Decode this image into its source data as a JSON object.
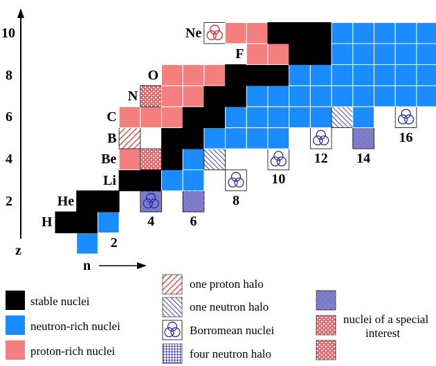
{
  "axes": {
    "z_label": "z",
    "n_label": "n",
    "z_ticks": [
      {
        "value": 10,
        "label": "10"
      },
      {
        "value": 8,
        "label": "8"
      },
      {
        "value": 6,
        "label": "6"
      },
      {
        "value": 4,
        "label": "4"
      },
      {
        "value": 2,
        "label": "2"
      }
    ],
    "n_ticks": [
      {
        "value": 2,
        "label": "2"
      },
      {
        "value": 4,
        "label": "4"
      },
      {
        "value": 6,
        "label": "6"
      },
      {
        "value": 8,
        "label": "8"
      },
      {
        "value": 10,
        "label": "10"
      },
      {
        "value": 12,
        "label": "12"
      },
      {
        "value": 14,
        "label": "14"
      },
      {
        "value": 16,
        "label": "16"
      }
    ]
  },
  "elements": [
    {
      "z": 1,
      "symbol": "H"
    },
    {
      "z": 2,
      "symbol": "He"
    },
    {
      "z": 3,
      "symbol": "Li"
    },
    {
      "z": 4,
      "symbol": "Be"
    },
    {
      "z": 5,
      "symbol": "B"
    },
    {
      "z": 6,
      "symbol": "C"
    },
    {
      "z": 7,
      "symbol": "N"
    },
    {
      "z": 8,
      "symbol": "O"
    },
    {
      "z": 9,
      "symbol": "F"
    },
    {
      "z": 10,
      "symbol": "Ne"
    }
  ],
  "colors": {
    "stable": "#000000",
    "neutron_rich": "#1a8cff",
    "proton_rich": "#f57f7f",
    "proton_pattern": "#e0242a",
    "neutron_pattern": "#2b2ba6"
  },
  "nuclei": [
    {
      "z": 0,
      "n": 1,
      "kind": "neutron_rich"
    },
    {
      "z": 1,
      "n": 0,
      "kind": "stable"
    },
    {
      "z": 1,
      "n": 1,
      "kind": "stable"
    },
    {
      "z": 1,
      "n": 2,
      "kind": "neutron_rich"
    },
    {
      "z": 2,
      "n": 1,
      "kind": "stable"
    },
    {
      "z": 2,
      "n": 2,
      "kind": "stable"
    },
    {
      "z": 2,
      "n": 4,
      "kind": "four_neutron_halo"
    },
    {
      "z": 2,
      "n": 6,
      "kind": "four_neutron_halo"
    },
    {
      "z": 2,
      "n": 4,
      "kind": "borromean"
    },
    {
      "z": 3,
      "n": 3,
      "kind": "stable"
    },
    {
      "z": 3,
      "n": 4,
      "kind": "stable"
    },
    {
      "z": 3,
      "n": 5,
      "kind": "neutron_rich"
    },
    {
      "z": 3,
      "n": 6,
      "kind": "neutron_rich"
    },
    {
      "z": 3,
      "n": 8,
      "kind": "borromean"
    },
    {
      "z": 4,
      "n": 3,
      "kind": "proton_rich"
    },
    {
      "z": 4,
      "n": 4,
      "kind": "special_interest_proton"
    },
    {
      "z": 4,
      "n": 5,
      "kind": "stable"
    },
    {
      "z": 4,
      "n": 6,
      "kind": "neutron_rich"
    },
    {
      "z": 4,
      "n": 7,
      "kind": "one_neutron_halo"
    },
    {
      "z": 4,
      "n": 10,
      "kind": "borromean"
    },
    {
      "z": 5,
      "n": 3,
      "kind": "one_proton_halo"
    },
    {
      "z": 5,
      "n": 5,
      "kind": "stable"
    },
    {
      "z": 5,
      "n": 6,
      "kind": "stable"
    },
    {
      "z": 5,
      "n": 7,
      "kind": "neutron_rich"
    },
    {
      "z": 5,
      "n": 8,
      "kind": "neutron_rich"
    },
    {
      "z": 5,
      "n": 9,
      "kind": "neutron_rich"
    },
    {
      "z": 5,
      "n": 10,
      "kind": "neutron_rich"
    },
    {
      "z": 5,
      "n": 12,
      "kind": "borromean"
    },
    {
      "z": 5,
      "n": 14,
      "kind": "four_neutron_halo"
    },
    {
      "z": 6,
      "n": 3,
      "kind": "proton_rich"
    },
    {
      "z": 6,
      "n": 4,
      "kind": "proton_rich"
    },
    {
      "z": 6,
      "n": 5,
      "kind": "proton_rich"
    },
    {
      "z": 6,
      "n": 6,
      "kind": "stable"
    },
    {
      "z": 6,
      "n": 7,
      "kind": "stable"
    },
    {
      "z": 6,
      "n": 8,
      "kind": "neutron_rich"
    },
    {
      "z": 6,
      "n": 9,
      "kind": "neutron_rich"
    },
    {
      "z": 6,
      "n": 10,
      "kind": "neutron_rich"
    },
    {
      "z": 6,
      "n": 11,
      "kind": "neutron_rich"
    },
    {
      "z": 6,
      "n": 12,
      "kind": "neutron_rich"
    },
    {
      "z": 6,
      "n": 13,
      "kind": "one_neutron_halo"
    },
    {
      "z": 6,
      "n": 14,
      "kind": "neutron_rich"
    },
    {
      "z": 6,
      "n": 16,
      "kind": "borromean"
    },
    {
      "z": 7,
      "n": 4,
      "kind": "special_interest_proton"
    },
    {
      "z": 7,
      "n": 5,
      "kind": "proton_rich"
    },
    {
      "z": 7,
      "n": 6,
      "kind": "proton_rich"
    },
    {
      "z": 7,
      "n": 7,
      "kind": "stable"
    },
    {
      "z": 7,
      "n": 8,
      "kind": "stable"
    },
    {
      "z": 7,
      "n": 9,
      "kind": "neutron_rich"
    },
    {
      "z": 7,
      "n": 10,
      "kind": "neutron_rich"
    },
    {
      "z": 7,
      "n": 11,
      "kind": "neutron_rich"
    },
    {
      "z": 7,
      "n": 12,
      "kind": "neutron_rich"
    },
    {
      "z": 7,
      "n": 13,
      "kind": "neutron_rich"
    },
    {
      "z": 7,
      "n": 14,
      "kind": "neutron_rich"
    },
    {
      "z": 7,
      "n": 15,
      "kind": "neutron_rich"
    },
    {
      "z": 7,
      "n": 16,
      "kind": "neutron_rich"
    },
    {
      "z": 7,
      "n": 17,
      "kind": "neutron_rich"
    },
    {
      "z": 8,
      "n": 5,
      "kind": "proton_rich"
    },
    {
      "z": 8,
      "n": 6,
      "kind": "proton_rich"
    },
    {
      "z": 8,
      "n": 7,
      "kind": "proton_rich"
    },
    {
      "z": 8,
      "n": 8,
      "kind": "stable"
    },
    {
      "z": 8,
      "n": 9,
      "kind": "stable"
    },
    {
      "z": 8,
      "n": 10,
      "kind": "stable"
    },
    {
      "z": 8,
      "n": 11,
      "kind": "neutron_rich"
    },
    {
      "z": 8,
      "n": 12,
      "kind": "neutron_rich"
    },
    {
      "z": 8,
      "n": 13,
      "kind": "neutron_rich"
    },
    {
      "z": 8,
      "n": 14,
      "kind": "neutron_rich"
    },
    {
      "z": 8,
      "n": 15,
      "kind": "neutron_rich"
    },
    {
      "z": 8,
      "n": 16,
      "kind": "neutron_rich"
    },
    {
      "z": 8,
      "n": 17,
      "kind": "neutron_rich"
    },
    {
      "z": 9,
      "n": 9,
      "kind": "proton_rich"
    },
    {
      "z": 9,
      "n": 10,
      "kind": "proton_rich"
    },
    {
      "z": 9,
      "n": 11,
      "kind": "stable"
    },
    {
      "z": 9,
      "n": 12,
      "kind": "stable"
    },
    {
      "z": 9,
      "n": 13,
      "kind": "neutron_rich"
    },
    {
      "z": 9,
      "n": 14,
      "kind": "neutron_rich"
    },
    {
      "z": 9,
      "n": 15,
      "kind": "neutron_rich"
    },
    {
      "z": 9,
      "n": 16,
      "kind": "neutron_rich"
    },
    {
      "z": 9,
      "n": 17,
      "kind": "neutron_rich"
    },
    {
      "z": 10,
      "n": 7,
      "kind": "borromean_proton"
    },
    {
      "z": 10,
      "n": 8,
      "kind": "proton_rich"
    },
    {
      "z": 10,
      "n": 9,
      "kind": "proton_rich"
    },
    {
      "z": 10,
      "n": 10,
      "kind": "stable"
    },
    {
      "z": 10,
      "n": 11,
      "kind": "stable"
    },
    {
      "z": 10,
      "n": 12,
      "kind": "stable"
    },
    {
      "z": 10,
      "n": 13,
      "kind": "neutron_rich"
    },
    {
      "z": 10,
      "n": 14,
      "kind": "neutron_rich"
    },
    {
      "z": 10,
      "n": 15,
      "kind": "neutron_rich"
    },
    {
      "z": 10,
      "n": 16,
      "kind": "neutron_rich"
    },
    {
      "z": 10,
      "n": 17,
      "kind": "neutron_rich"
    }
  ],
  "legend": {
    "stable": "stable nuclei",
    "neutron_rich": "neutron-rich nuclei",
    "proton_rich": "proton-rich nuclei",
    "one_proton_halo": "one proton halo",
    "one_neutron_halo": "one neutron halo",
    "borromean": "Borromean nuclei",
    "four_neutron_halo": "four neutron halo",
    "special_interest_line1": "nuclei of a special",
    "special_interest_line2": "interest"
  }
}
